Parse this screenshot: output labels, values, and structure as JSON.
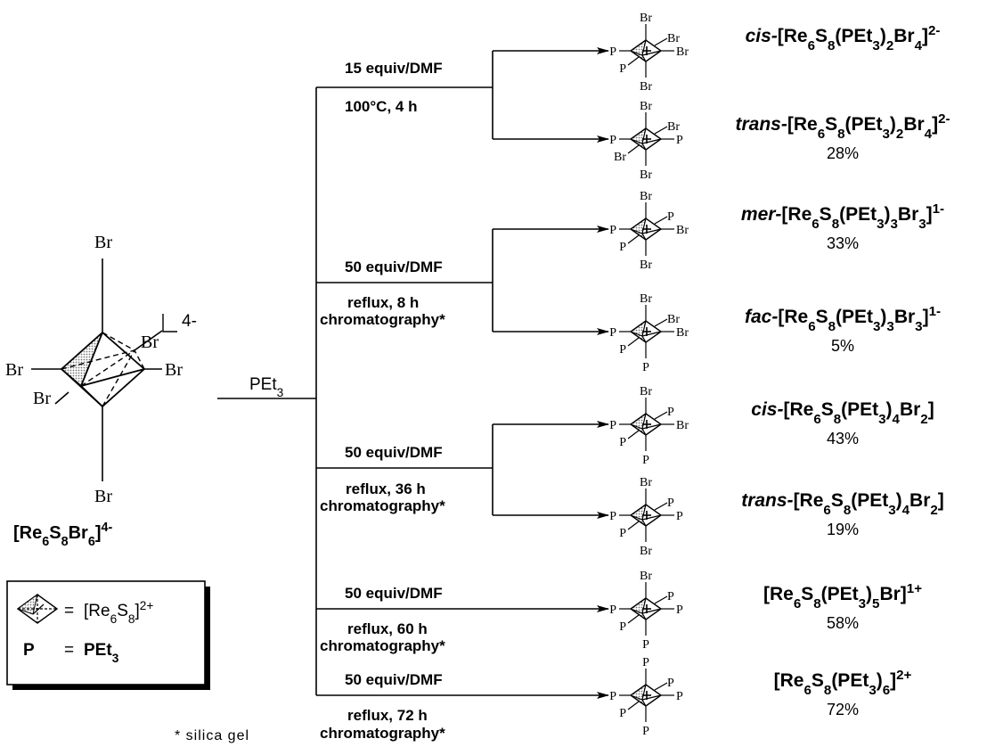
{
  "reagent": "PEt3",
  "starting_material": {
    "charge_label": "4-",
    "name": "[Re6S8Br6]4-",
    "ligands": {
      "top": "Br",
      "bottom": "Br",
      "left": "Br",
      "right": "Br",
      "back_right": "Br",
      "front_left": "Br"
    }
  },
  "legend": {
    "cluster_formula": "[Re6S8]2+",
    "p_symbol": "P",
    "p_formula": "PEt3",
    "equals": "="
  },
  "footnote": "* silica gel",
  "branches": [
    {
      "top": "15 equiv/DMF",
      "bottom1": "100°C, 4 h",
      "bottom2": ""
    },
    {
      "top": "50 equiv/DMF",
      "bottom1": "reflux, 8 h",
      "bottom2": "chromatography*"
    },
    {
      "top": "50 equiv/DMF",
      "bottom1": "reflux, 36 h",
      "bottom2": "chromatography*"
    },
    {
      "top": "50 equiv/DMF",
      "bottom1": "reflux, 60 h",
      "bottom2": "chromatography*"
    },
    {
      "top": "50 equiv/DMF",
      "bottom1": "reflux, 72 h",
      "bottom2": "chromatography*"
    }
  ],
  "products": [
    {
      "prefix": "cis-",
      "name": "[Re6S8(PEt3)2Br4]2-",
      "yield": "",
      "ligands": {
        "top": "Br",
        "bottom": "Br",
        "left": "P",
        "right": "Br",
        "back_right": "Br",
        "front_left": "P"
      }
    },
    {
      "prefix": "trans-",
      "name": "[Re6S8(PEt3)2Br4]2-",
      "yield": "28%",
      "ligands": {
        "top": "Br",
        "bottom": "Br",
        "left": "P",
        "right": "P",
        "back_right": "Br",
        "front_left": "Br"
      }
    },
    {
      "prefix": "mer-",
      "name": "[Re6S8(PEt3)3Br3]1-",
      "yield": "33%",
      "ligands": {
        "top": "Br",
        "bottom": "Br",
        "left": "P",
        "right": "Br",
        "back_right": "P",
        "front_left": "P"
      }
    },
    {
      "prefix": "fac-",
      "name": "[Re6S8(PEt3)3Br3]1-",
      "yield": "5%",
      "ligands": {
        "top": "Br",
        "bottom": "P",
        "left": "P",
        "right": "Br",
        "back_right": "Br",
        "front_left": "P"
      }
    },
    {
      "prefix": "cis-",
      "name": "[Re6S8(PEt3)4Br2]",
      "yield": "43%",
      "ligands": {
        "top": "Br",
        "bottom": "P",
        "left": "P",
        "right": "Br",
        "back_right": "P",
        "front_left": "P"
      }
    },
    {
      "prefix": "trans-",
      "name": "[Re6S8(PEt3)4Br2]",
      "yield": "19%",
      "ligands": {
        "top": "Br",
        "bottom": "Br",
        "left": "P",
        "right": "P",
        "back_right": "P",
        "front_left": "P"
      }
    },
    {
      "prefix": "",
      "name": "[Re6S8(PEt3)5Br]1+",
      "yield": "58%",
      "ligands": {
        "top": "Br",
        "bottom": "P",
        "left": "P",
        "right": "P",
        "back_right": "P",
        "front_left": "P"
      }
    },
    {
      "prefix": "",
      "name": "[Re6S8(PEt3)6]2+",
      "yield": "72%",
      "ligands": {
        "top": "P",
        "bottom": "P",
        "left": "P",
        "right": "P",
        "back_right": "P",
        "front_left": "P"
      }
    }
  ]
}
